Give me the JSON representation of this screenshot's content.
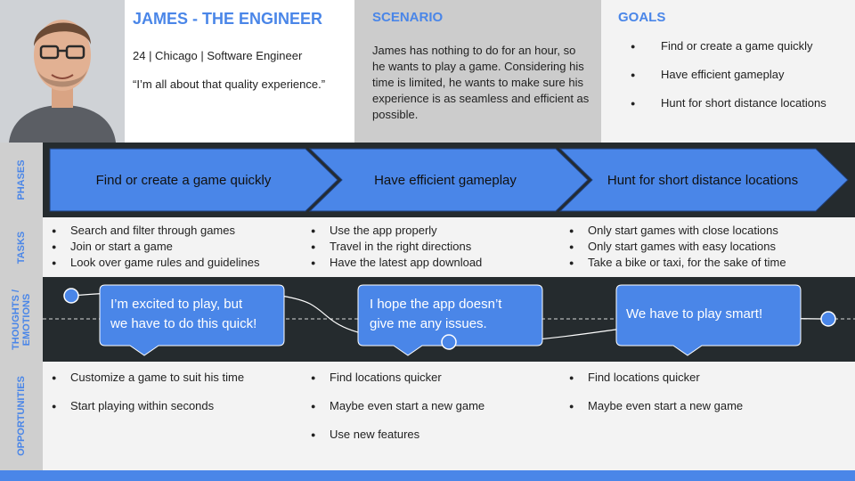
{
  "persona": {
    "name": "JAMES - THE ENGINEER",
    "meta": "24 | Chicago | Software Engineer",
    "quote": "“I’m all about that quality experience.”"
  },
  "scenario": {
    "heading": "SCENARIO",
    "text": "James has nothing to do for an hour, so he wants to play a game. Considering his time is limited, he wants to make sure his experience is as seamless and efficient as possible."
  },
  "goals": {
    "heading": "GOALS",
    "items": [
      "Find or create a game quickly",
      "Have efficient gameplay",
      "Hunt for short distance locations"
    ]
  },
  "rows": {
    "phases": "PHASES",
    "tasks": "TASKS",
    "thoughts_line1": "THOUGHTS /",
    "thoughts_line2": "EMOTIONS",
    "opportunities": "OPPORTUNITIES"
  },
  "phases": [
    "Find or create a game quickly",
    "Have efficient gameplay",
    "Hunt for short distance locations"
  ],
  "tasks": [
    [
      "Search and filter through games",
      "Join or start a game",
      "Look over game rules and guidelines"
    ],
    [
      "Use the app properly",
      "Travel in the right directions",
      "Have the latest app download"
    ],
    [
      "Only start games with close locations",
      "Only start games with easy locations",
      "Take a bike or taxi, for the sake of time"
    ]
  ],
  "thoughts": [
    {
      "line1": "I’m excited to play, but",
      "line2": "we have to do this quick!"
    },
    {
      "line1": "I hope the app doesn’t",
      "line2": "give me any issues."
    },
    {
      "line1": "We have to play smart!",
      "line2": ""
    }
  ],
  "opportunities": [
    [
      "Customize a game to suit his time",
      "Start playing within seconds"
    ],
    [
      "Find locations quicker",
      "Maybe even start a new game",
      "Use new features"
    ],
    [
      "Find locations quicker",
      "Maybe even start a new game"
    ]
  ],
  "colors": {
    "accent": "#4a86e8",
    "dark": "#252b2e",
    "side": "#cfcfcf"
  }
}
